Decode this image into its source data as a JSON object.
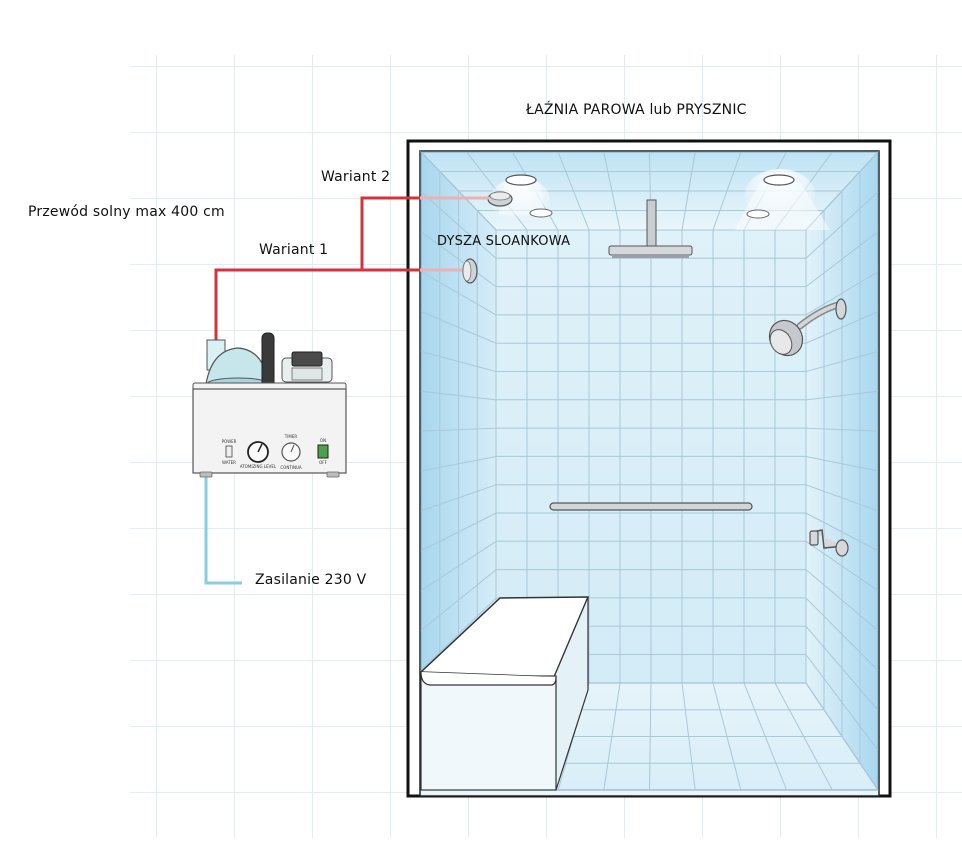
{
  "labels": {
    "room_title": "ŁAŹNIA PAROWA lub PRYSZNIC",
    "variant_2": "Wariant 2",
    "variant_1": "Wariant 1",
    "hose": "Przewód solny max 400 cm",
    "nozzle": "DYSZA SLOANKOWA",
    "power": "Zasilanie 230 V"
  },
  "device_panel": {
    "switch_top": "POWER",
    "switch_bottom": "WATER",
    "knob1": "ATOMIZING LEVEL",
    "knob2_top": "TIMER",
    "knob2_bottom": "CONTINUA",
    "on": "ON",
    "off": "OFF"
  },
  "colors": {
    "salt_line": "#d2343b",
    "salt_line_fade": "#eeb0b0",
    "power_line": "#86cfe0",
    "tile_grid": "#c9dde8",
    "tile_fill": "#e4f3fa",
    "frame": "#111111"
  }
}
